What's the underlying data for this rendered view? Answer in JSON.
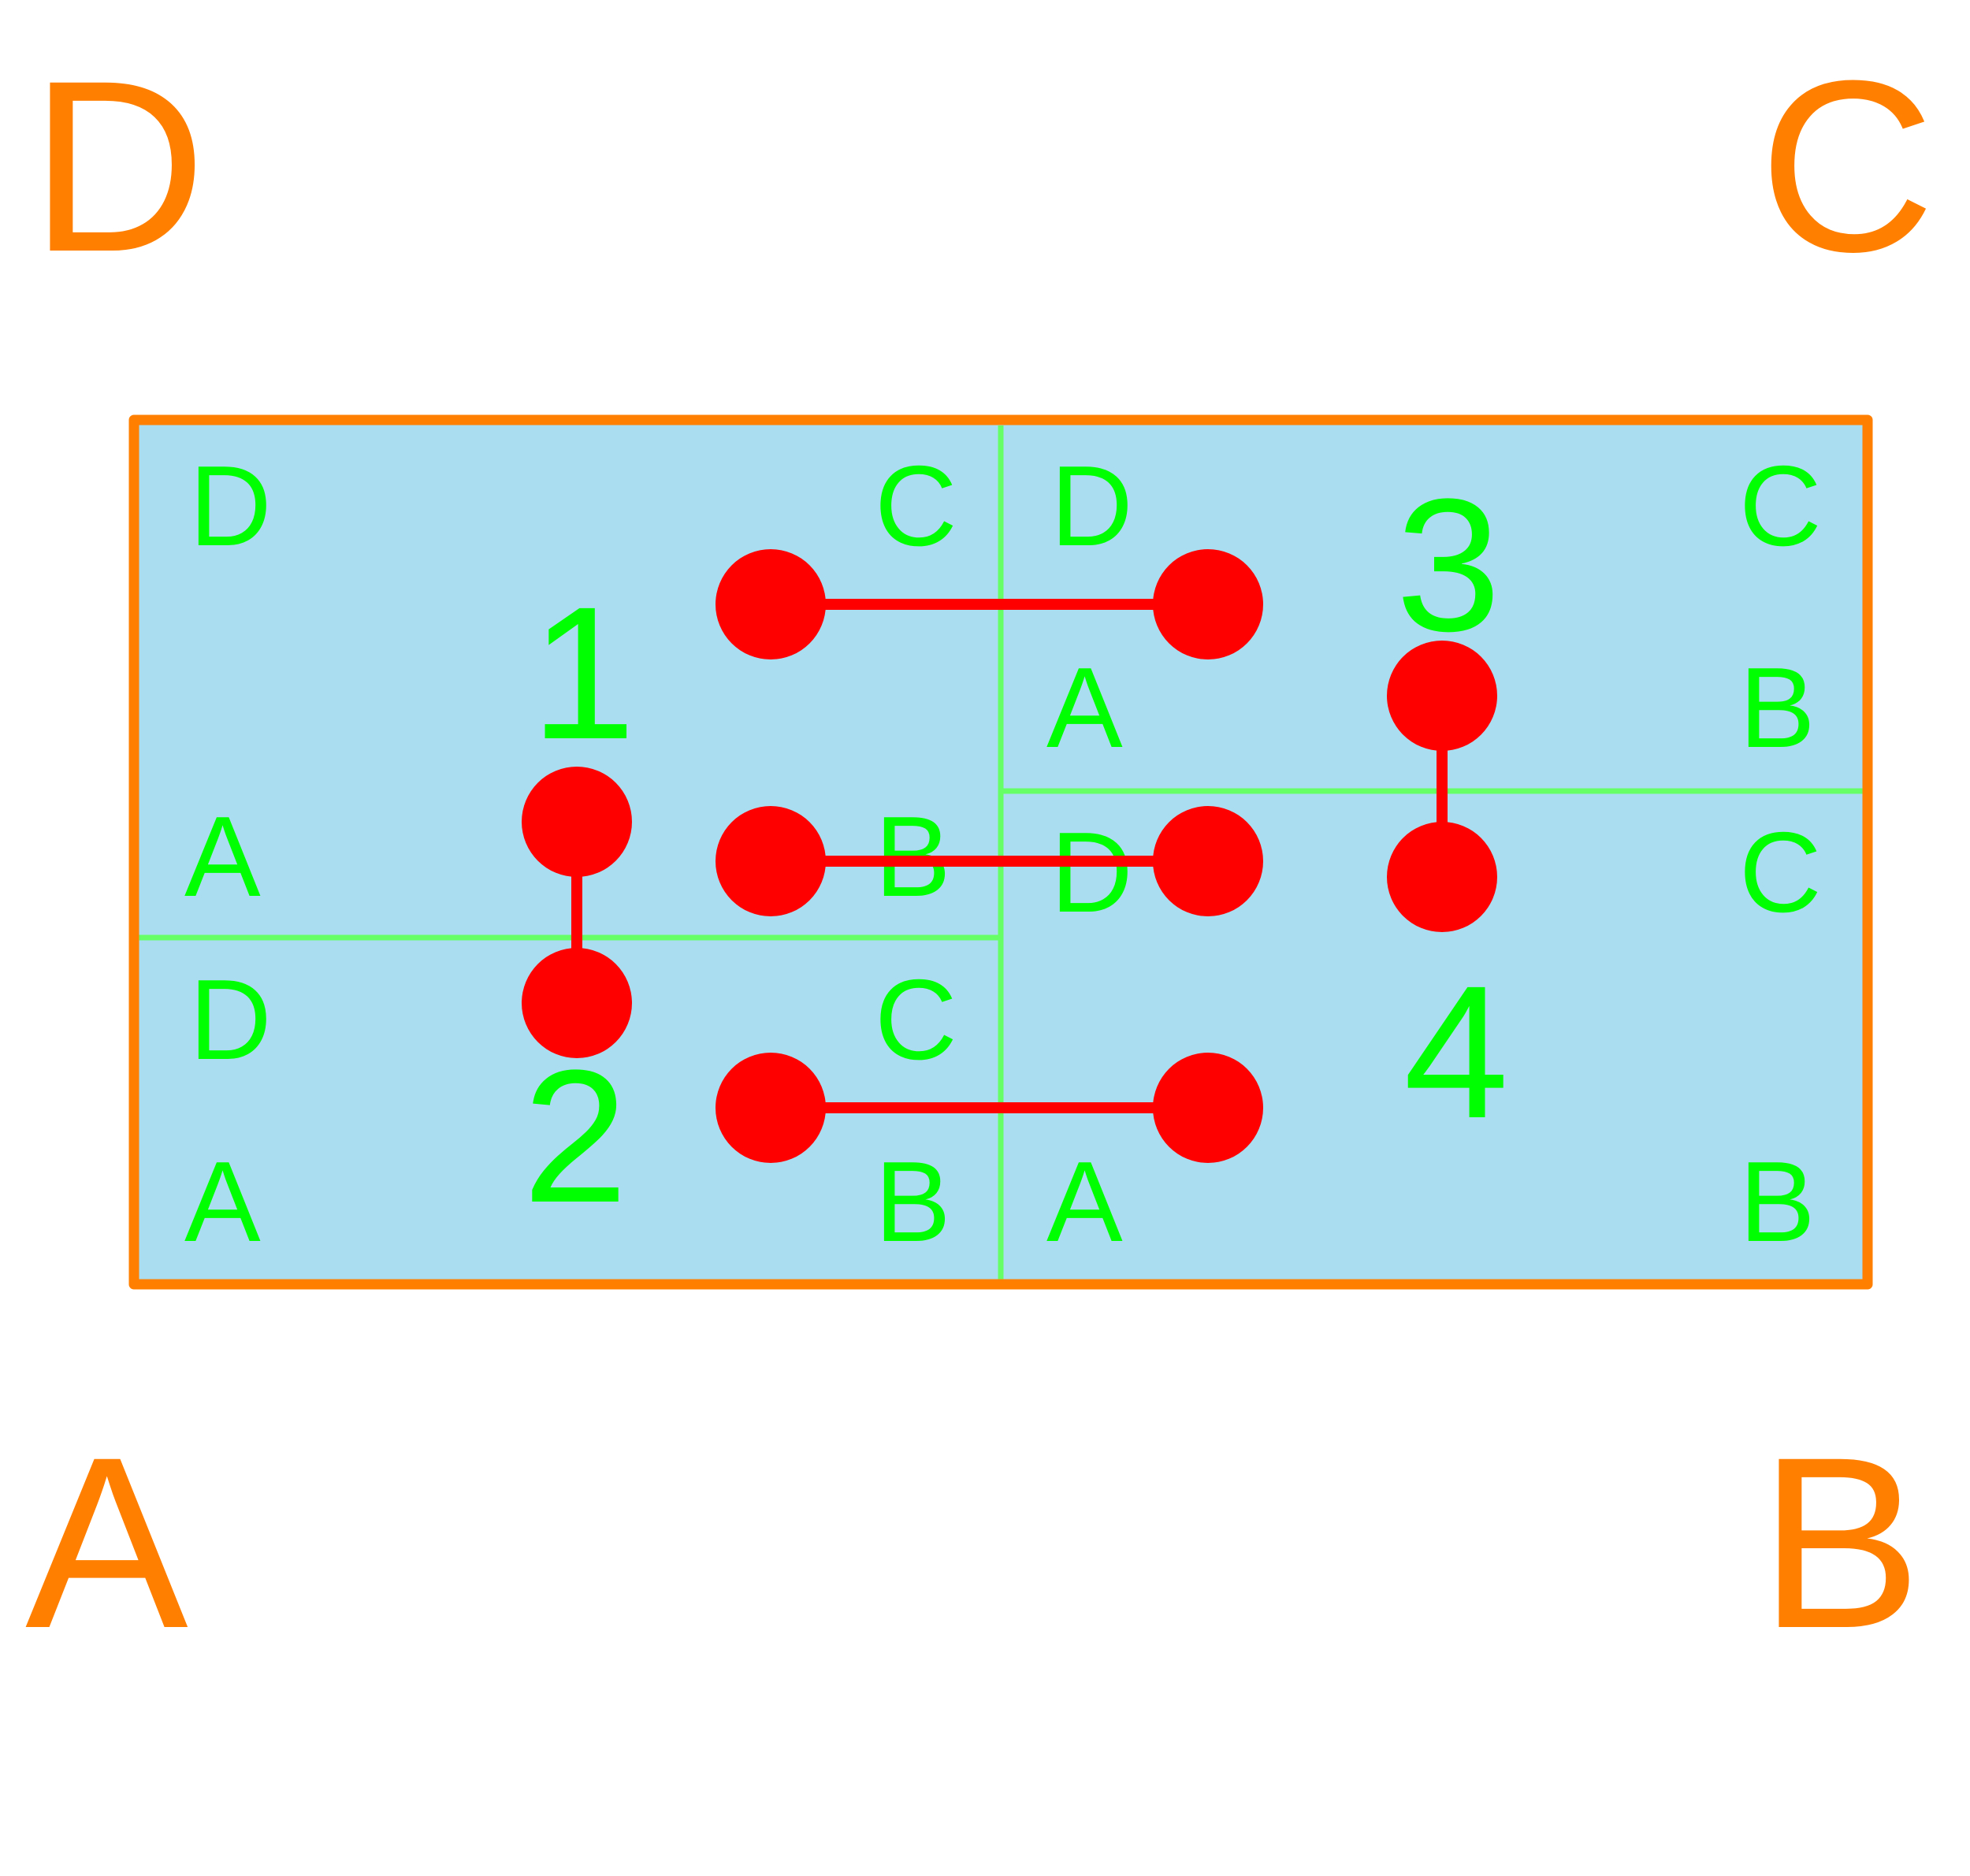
{
  "colors": {
    "background": "#ffffff",
    "outer_frame": "#ff8000",
    "outer_label": "#ff8000",
    "tile_fill": "#aaddf0",
    "inner_grid": "#66ff66",
    "inner_label": "#00ff00",
    "connector": "#ff0000"
  },
  "outer_corners": {
    "top_left": "D",
    "top_right": "C",
    "bottom_left": "A",
    "bottom_right": "B"
  },
  "tiles": [
    {
      "number": "1",
      "corners": {
        "top_left": "D",
        "top_right": "C",
        "bottom_left": "A",
        "bottom_right": "B"
      }
    },
    {
      "number": "2",
      "corners": {
        "top_left": "D",
        "top_right": "C",
        "bottom_left": "A",
        "bottom_right": "B"
      }
    },
    {
      "number": "3",
      "corners": {
        "top_left": "D",
        "top_right": "C",
        "bottom_left": "A",
        "bottom_right": "B"
      }
    },
    {
      "number": "4",
      "corners": {
        "top_left": "D",
        "top_right": "C",
        "bottom_left": "A",
        "bottom_right": "B"
      }
    }
  ],
  "connections": [
    {
      "from": "1",
      "to": "3"
    },
    {
      "from": "1",
      "to": "4"
    },
    {
      "from": "1",
      "to": "2"
    },
    {
      "from": "2",
      "to": "4"
    },
    {
      "from": "3",
      "to": "4"
    }
  ]
}
